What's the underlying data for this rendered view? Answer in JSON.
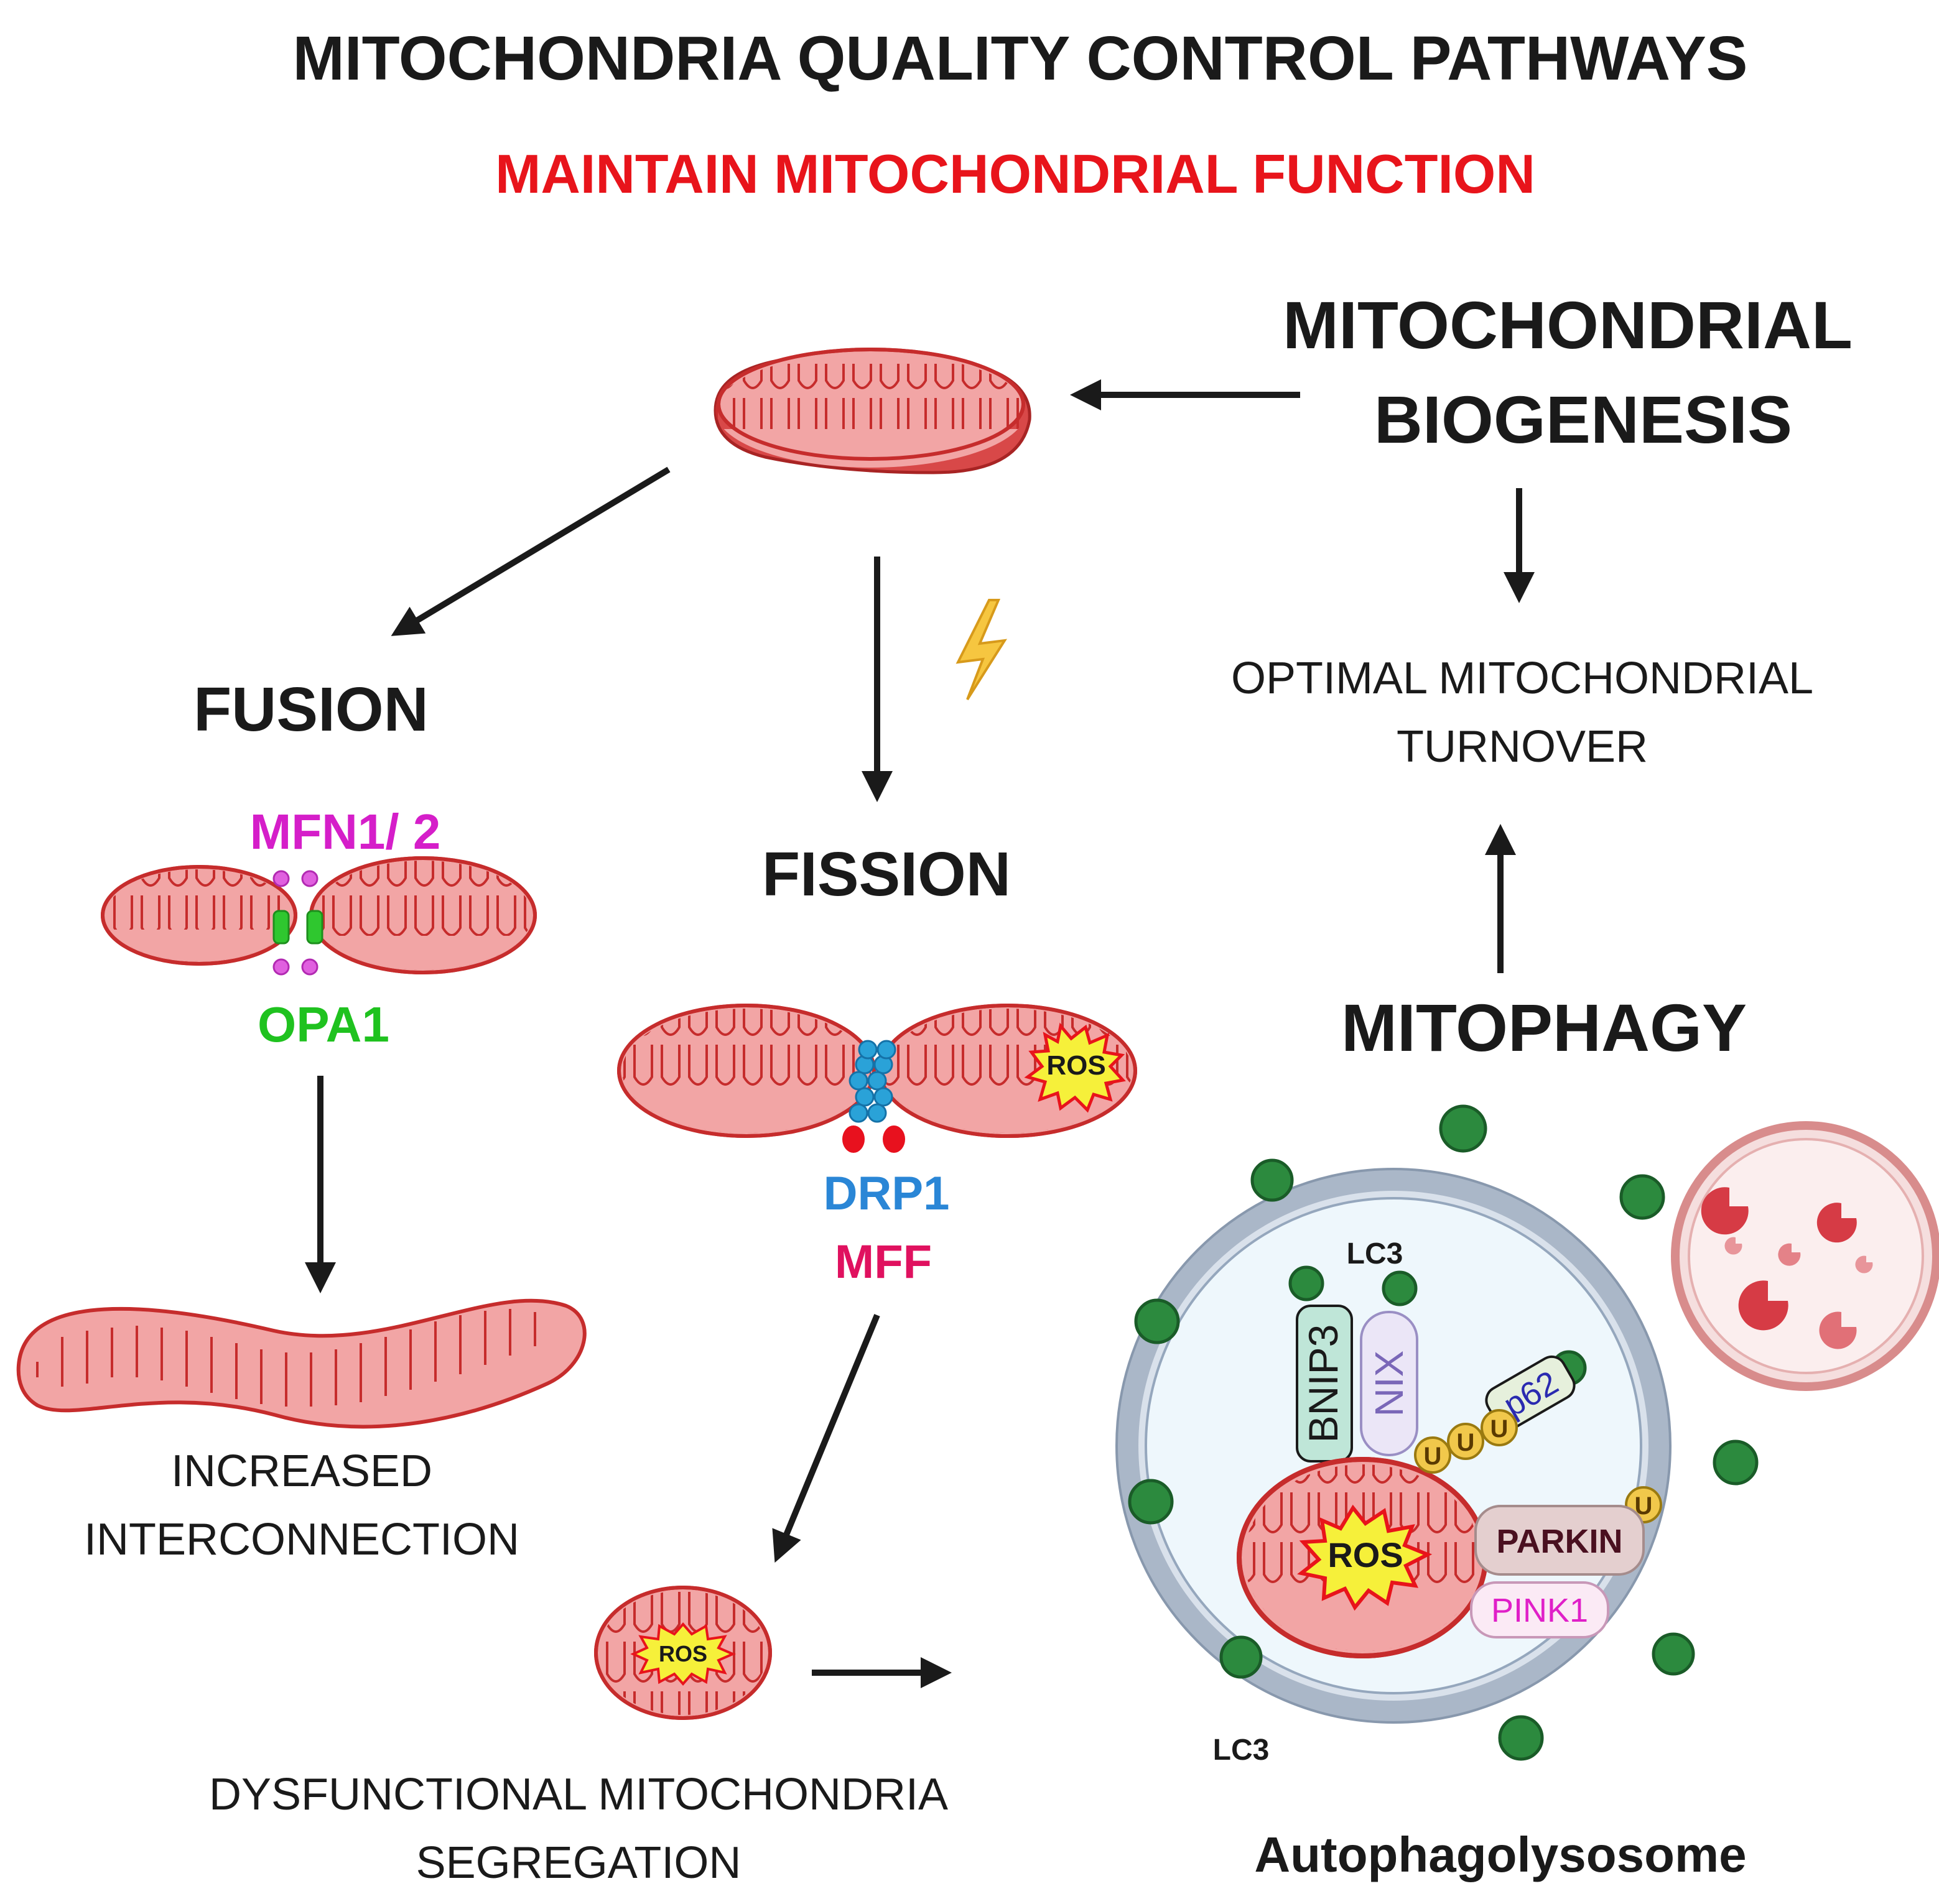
{
  "title": "MITOCHONDRIA QUALITY CONTROL PATHWAYS",
  "subtitle": "MAINTAIN MITOCHONDRIAL FUNCTION",
  "biogenesis": {
    "line1": "MITOCHONDRIAL",
    "line2": "BIOGENESIS"
  },
  "turnover": {
    "line1": "OPTIMAL MITOCHONDRIAL",
    "line2": "TURNOVER"
  },
  "fusion": {
    "heading": "FUSION",
    "protein_top": "MFN1/ 2",
    "protein_bottom": "OPA1",
    "outcome_line1": "INCREASED",
    "outcome_line2": "INTERCONNECTION"
  },
  "fission": {
    "heading": "FISSION",
    "protein_top": "DRP1",
    "protein_bottom": "MFF",
    "ros_label": "ROS",
    "small_ros_label": "ROS",
    "outcome_line1": "DYSFUNCTIONAL MITOCHONDRIA",
    "outcome_line2": "SEGREGATION"
  },
  "mitophagy": {
    "heading": "MITOPHAGY",
    "lc3_top": "LC3",
    "lc3_bottom": "LC3",
    "bnip3": "BNIP3",
    "nix": "NIX",
    "p62": "p62",
    "ubiquitin": "U",
    "parkin": "PARKIN",
    "pink1": "PINK1",
    "ros_label": "ROS",
    "caption": "Autophagolysosome"
  },
  "colors": {
    "title": "#1a1a1a",
    "subtitle": "#e8141b",
    "mfn": "#d51ec9",
    "opa1": "#1fc21f",
    "drp1": "#2a86d6",
    "mff": "#e0115f",
    "mito_fill": "#f2a5a5",
    "mito_stroke": "#c62c2c",
    "lc3_dot": "#1f7a34",
    "membrane": "#aab7c8"
  }
}
